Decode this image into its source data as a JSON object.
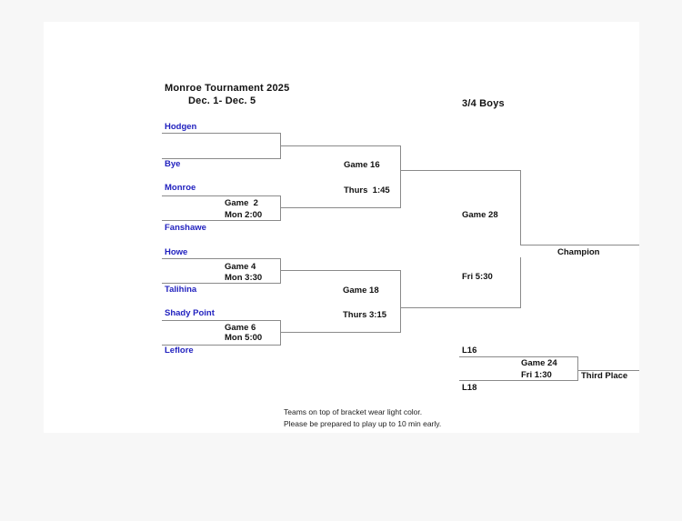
{
  "header": {
    "title": "Monroe Tournament 2025",
    "dates": "Dec. 1- Dec. 5",
    "division": "3/4 Boys"
  },
  "round1": [
    {
      "top_team": "Hodgen",
      "bottom_team": "Bye",
      "game": "",
      "time": ""
    },
    {
      "top_team": "Monroe",
      "bottom_team": "Fanshawe",
      "game": "Game  2",
      "time": "Mon 2:00"
    },
    {
      "top_team": "Howe",
      "bottom_team": "Talihina",
      "game": "Game 4",
      "time": "Mon 3:30"
    },
    {
      "top_team": "Shady Point",
      "bottom_team": "Leflore",
      "game": "Game 6",
      "time": "Mon 5:00"
    }
  ],
  "semifinals": [
    {
      "game": "Game 16",
      "time": "Thurs  1:45"
    },
    {
      "game": "Game 18",
      "time": "Thurs 3:15"
    }
  ],
  "final": {
    "game": "Game 28",
    "time": "Fri 5:30",
    "winner_label": "Champion"
  },
  "third_place": {
    "top_seed": "L16",
    "bottom_seed": "L18",
    "game": "Game 24",
    "time": "Fri 1:30",
    "label": "Third Place"
  },
  "notes": [
    "Teams on top of bracket wear light color.",
    "Please be prepared to play up to 10 min early."
  ],
  "colors": {
    "team_name": "#2222bf",
    "bracket_line": "#8a8a8a",
    "text": "#111111"
  }
}
